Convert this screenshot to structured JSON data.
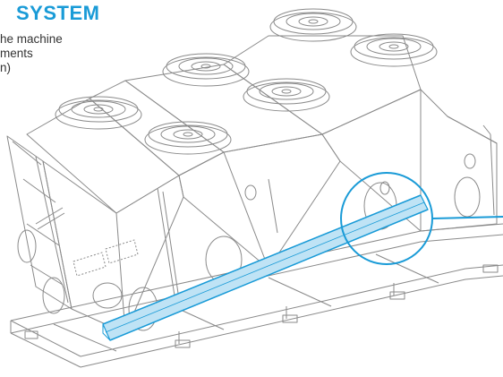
{
  "header": {
    "title": "SYSTEM",
    "description_lines": [
      "he machine",
      "ments",
      "n)"
    ]
  },
  "diagram": {
    "subject": "dry-cooler-unit",
    "fan_count": 6,
    "highlighted_part": "base-frame-beam",
    "callout": "detail-circle"
  },
  "colors": {
    "accent": "#1a9bd7",
    "highlight_fill": "#bfe3f5",
    "line": "#8a8a8a",
    "text": "#333333"
  }
}
